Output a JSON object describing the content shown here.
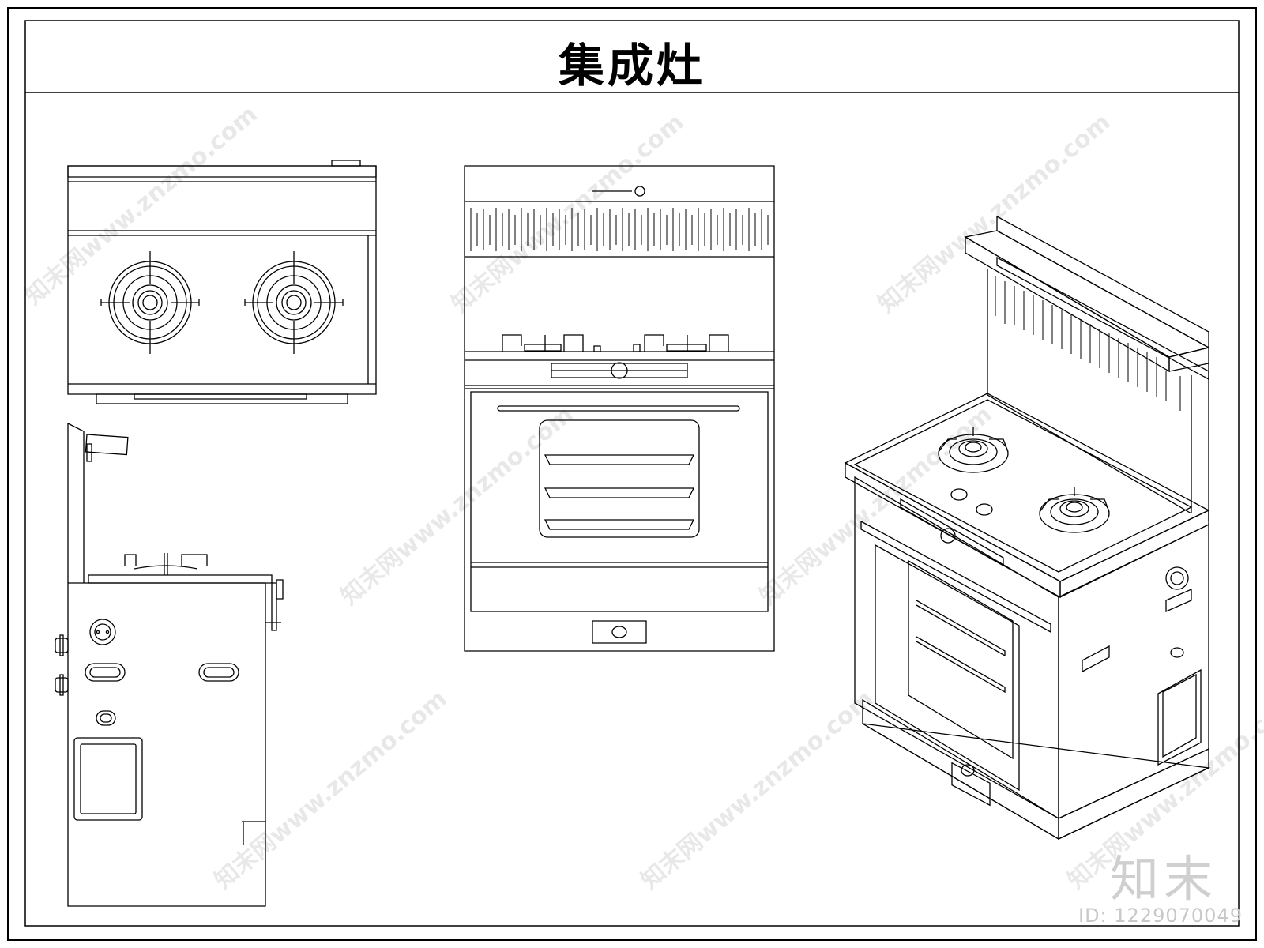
{
  "title": "集成灶",
  "brand_mark": "知末",
  "asset_id": "ID: 1229070049",
  "watermark": "知末网www.znzmo.com",
  "views": [
    {
      "name": "top-view"
    },
    {
      "name": "side-view"
    },
    {
      "name": "front-view"
    },
    {
      "name": "isometric-view"
    }
  ],
  "colors": {
    "line": "#000000",
    "watermark": "#d0d0d0",
    "background": "#ffffff"
  }
}
